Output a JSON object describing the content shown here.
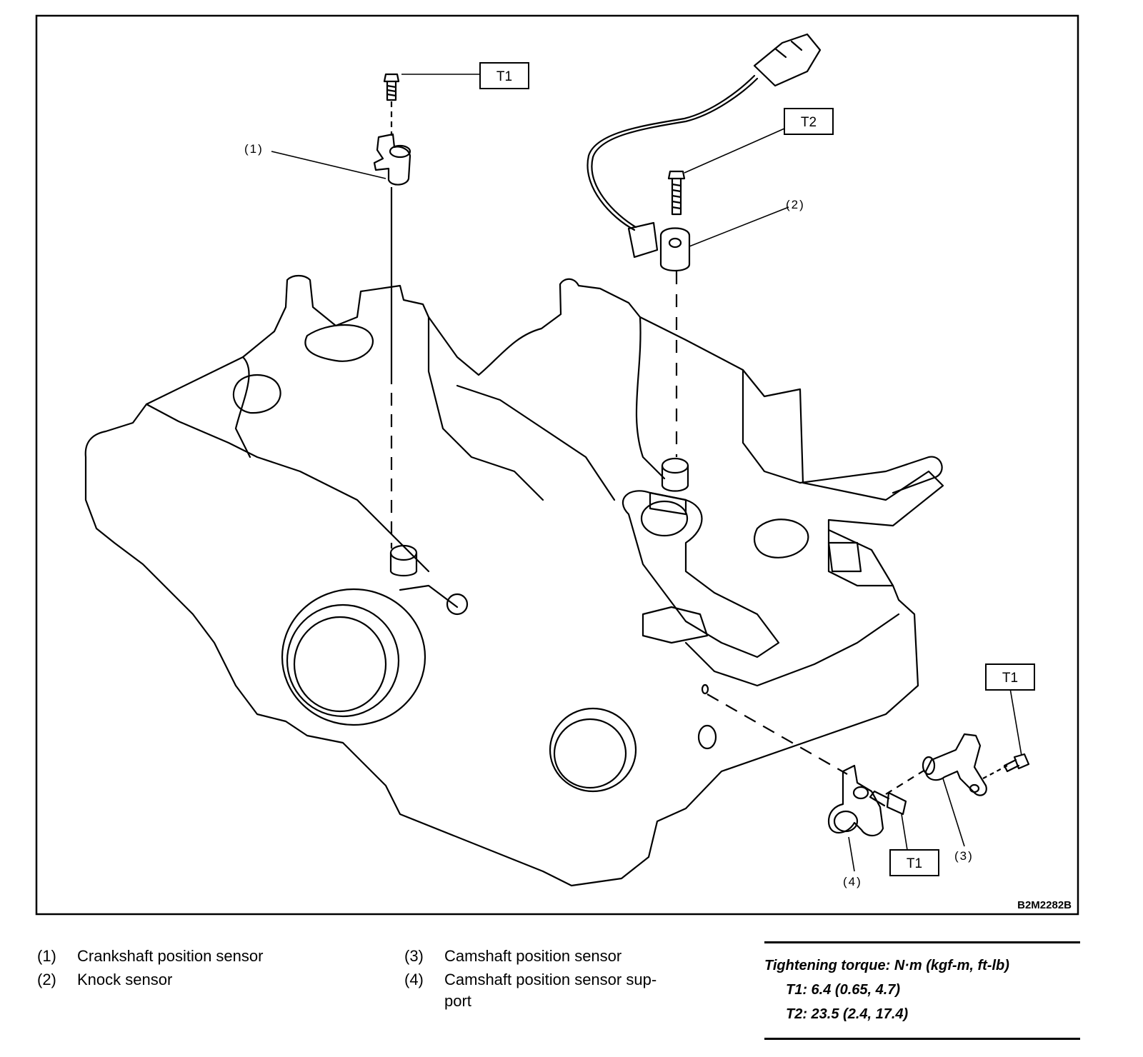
{
  "figure": {
    "id": "B2M2282B",
    "callouts": {
      "c1": "(1)",
      "c2": "(2)",
      "c3": "(3)",
      "c4": "(4)"
    },
    "torque_tags": {
      "t1_top": "T1",
      "t2": "T2",
      "t1_right": "T1",
      "t1_bottom": "T1"
    }
  },
  "legend": [
    {
      "num": "(1)",
      "label": "Crankshaft position sensor"
    },
    {
      "num": "(2)",
      "label": "Knock sensor"
    },
    {
      "num": "(3)",
      "label": "Camshaft position sensor"
    },
    {
      "num": "(4)",
      "label": "Camshaft position sensor sup-",
      "label2": "port"
    }
  ],
  "torque": {
    "heading": "Tightening torque: N·m (kgf-m, ft-lb)",
    "rows": [
      "T1: 6.4 (0.65, 4.7)",
      "T2: 23.5 (2.4, 17.4)"
    ]
  }
}
